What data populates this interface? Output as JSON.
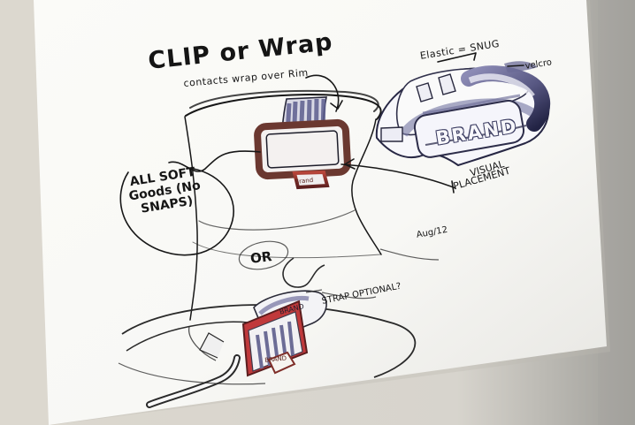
{
  "sketch": {
    "title": "CLIP or Wrap",
    "subtitle": "contacts wrap over Rim",
    "elastic_note": "Elastic = SNUG",
    "velcro_note": "velcro",
    "soft_goods_note": "ALL SOFT Goods (No SNAPS)",
    "brand_large": "BRAND",
    "visual_note_1": "VISUAL",
    "visual_note_2": "PLACEMENT",
    "or_note": "OR",
    "strap_note": "STRAP OPTIONAL?",
    "date_note": "Aug/12",
    "brand_tag_upper": "Brand",
    "brand_lower": "BRAND",
    "brand_tag_lower": "BRAND"
  },
  "colors": {
    "paper": "#fbfbf8",
    "ink": "#151515",
    "purple": "#5f5f8e",
    "red_brown": "#7b2a24",
    "shadow": "#c8c5bd"
  }
}
